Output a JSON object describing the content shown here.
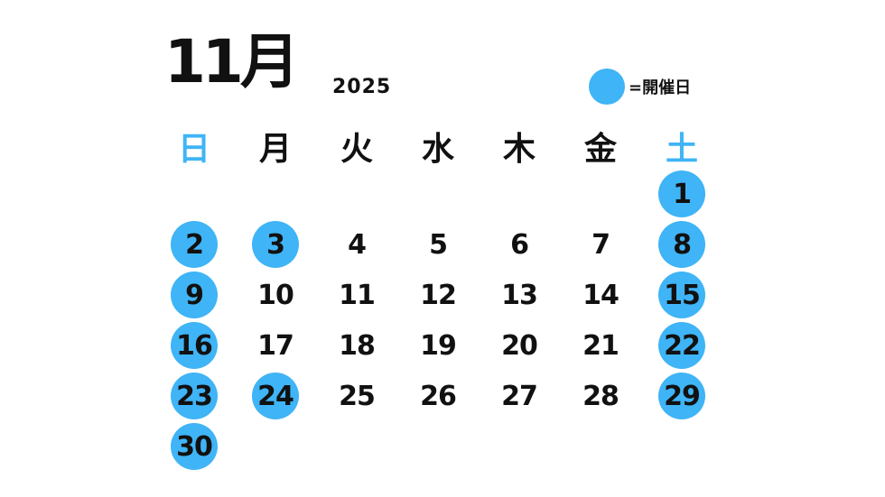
{
  "header": {
    "month": "11月",
    "year": "2025"
  },
  "legend": {
    "text": "=開催日",
    "color": "#3fb4f6"
  },
  "weekdays": [
    "日",
    "月",
    "火",
    "水",
    "木",
    "金",
    "土"
  ],
  "highlight_color": "#3fb4f6",
  "days": [
    {
      "d": "1",
      "col": 6,
      "row": 0,
      "event": true
    },
    {
      "d": "2",
      "col": 0,
      "row": 1,
      "event": true
    },
    {
      "d": "3",
      "col": 1,
      "row": 1,
      "event": true
    },
    {
      "d": "4",
      "col": 2,
      "row": 1,
      "event": false
    },
    {
      "d": "5",
      "col": 3,
      "row": 1,
      "event": false
    },
    {
      "d": "6",
      "col": 4,
      "row": 1,
      "event": false
    },
    {
      "d": "7",
      "col": 5,
      "row": 1,
      "event": false
    },
    {
      "d": "8",
      "col": 6,
      "row": 1,
      "event": true
    },
    {
      "d": "9",
      "col": 0,
      "row": 2,
      "event": true
    },
    {
      "d": "10",
      "col": 1,
      "row": 2,
      "event": false
    },
    {
      "d": "11",
      "col": 2,
      "row": 2,
      "event": false
    },
    {
      "d": "12",
      "col": 3,
      "row": 2,
      "event": false
    },
    {
      "d": "13",
      "col": 4,
      "row": 2,
      "event": false
    },
    {
      "d": "14",
      "col": 5,
      "row": 2,
      "event": false
    },
    {
      "d": "15",
      "col": 6,
      "row": 2,
      "event": true
    },
    {
      "d": "16",
      "col": 0,
      "row": 3,
      "event": true
    },
    {
      "d": "17",
      "col": 1,
      "row": 3,
      "event": false
    },
    {
      "d": "18",
      "col": 2,
      "row": 3,
      "event": false
    },
    {
      "d": "19",
      "col": 3,
      "row": 3,
      "event": false
    },
    {
      "d": "20",
      "col": 4,
      "row": 3,
      "event": false
    },
    {
      "d": "21",
      "col": 5,
      "row": 3,
      "event": false
    },
    {
      "d": "22",
      "col": 6,
      "row": 3,
      "event": true
    },
    {
      "d": "23",
      "col": 0,
      "row": 4,
      "event": true
    },
    {
      "d": "24",
      "col": 1,
      "row": 4,
      "event": true
    },
    {
      "d": "25",
      "col": 2,
      "row": 4,
      "event": false
    },
    {
      "d": "26",
      "col": 3,
      "row": 4,
      "event": false
    },
    {
      "d": "27",
      "col": 4,
      "row": 4,
      "event": false
    },
    {
      "d": "28",
      "col": 5,
      "row": 4,
      "event": false
    },
    {
      "d": "29",
      "col": 6,
      "row": 4,
      "event": true
    },
    {
      "d": "30",
      "col": 0,
      "row": 5,
      "event": true
    }
  ]
}
